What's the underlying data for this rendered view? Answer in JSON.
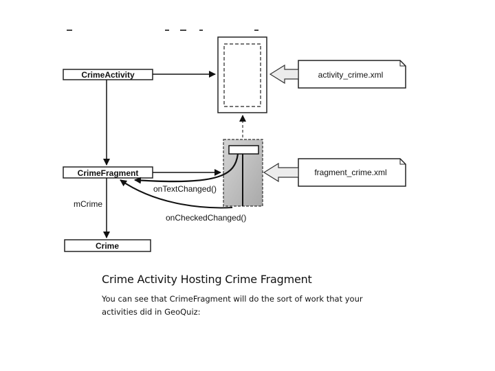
{
  "diagram": {
    "nodes": {
      "crime_activity": "CrimeActivity",
      "crime_fragment": "CrimeFragment",
      "crime": "Crime"
    },
    "files": {
      "activity_layout": "activity_crime.xml",
      "fragment_layout": "fragment_crime.xml"
    },
    "labels": {
      "on_text_changed": "onTextChanged()",
      "on_checked_changed": "onCheckedChanged()",
      "m_crime": "mCrime"
    }
  },
  "caption": {
    "title": "Crime Activity Hosting Crime Fragment",
    "body": "You can see that CrimeFragment will do the sort of work that your activities did in GeoQuiz:"
  }
}
